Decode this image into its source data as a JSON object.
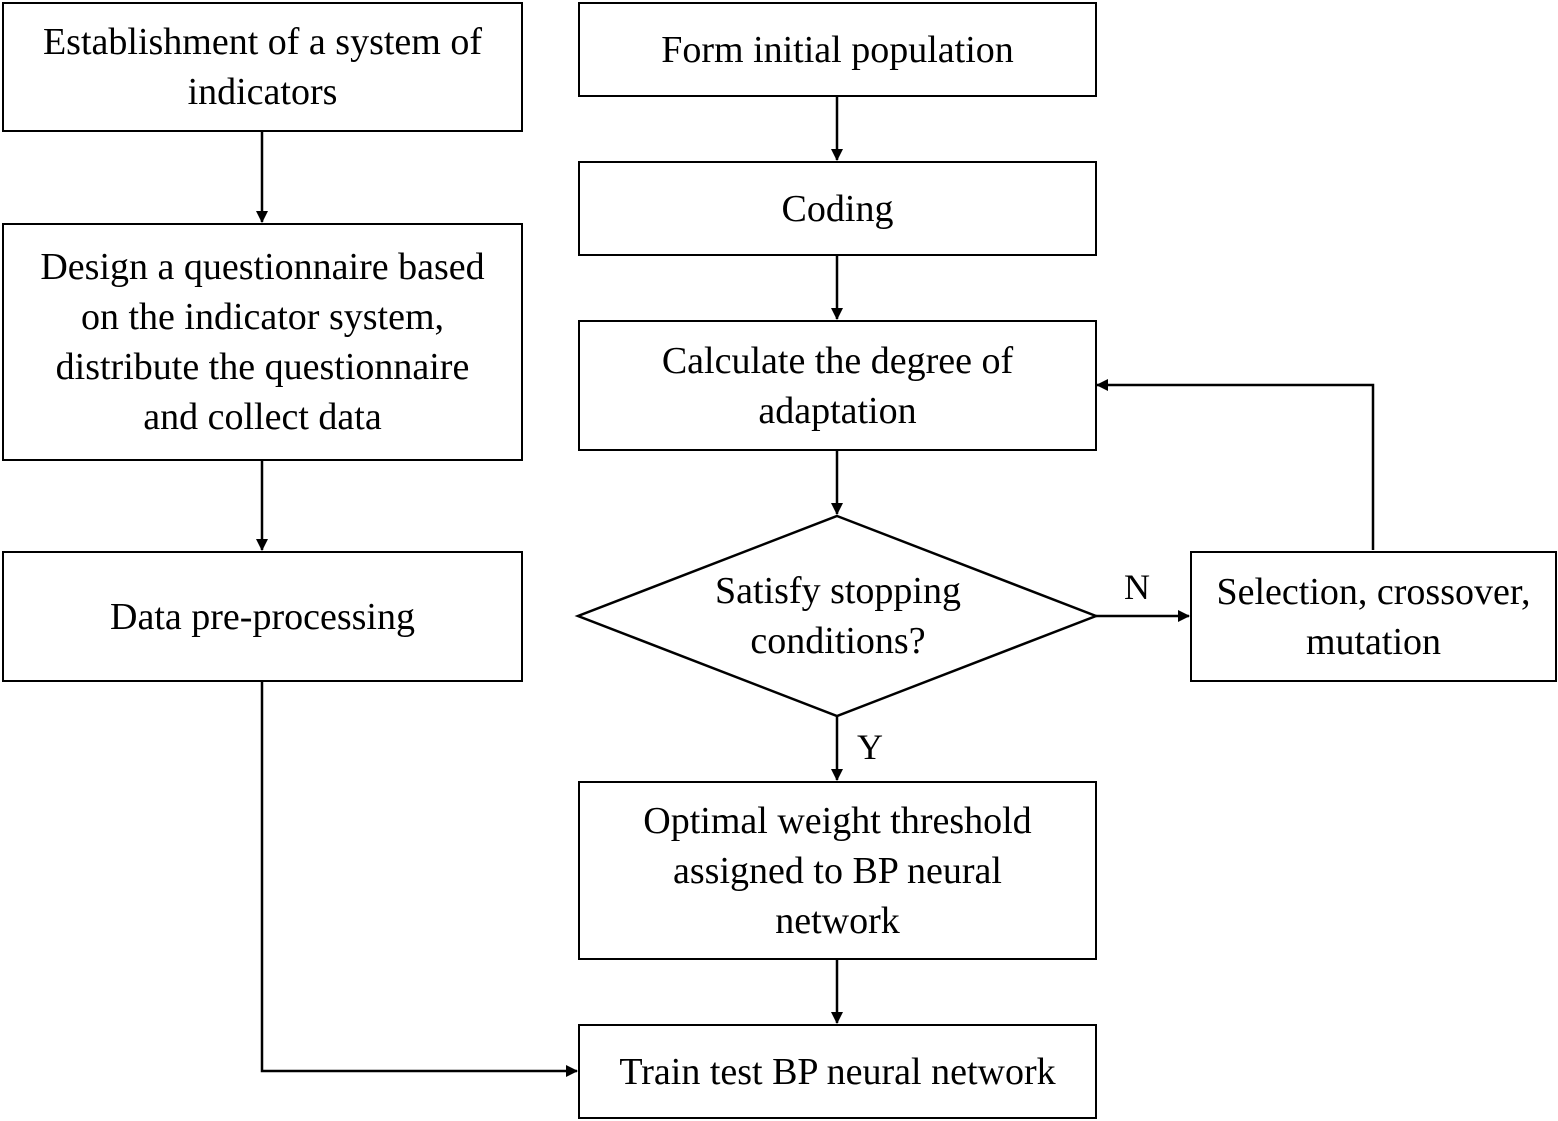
{
  "nodes": {
    "establish_indicators": "Establishment of a system of\nindicators",
    "design_questionnaire": "Design a questionnaire based\non the indicator system,\ndistribute the questionnaire\nand collect data",
    "data_preprocessing": "Data pre-processing",
    "form_population": "Form initial population",
    "coding": "Coding",
    "calc_adaptation": "Calculate the degree of\nadaptation",
    "stopping_decision": "Satisfy stopping\nconditions?",
    "selection_crossover": "Selection, crossover,\nmutation",
    "optimal_weight": "Optimal weight threshold\nassigned to BP neural\nnetwork",
    "train_test": "Train test BP neural network"
  },
  "edge_labels": {
    "no": "N",
    "yes": "Y"
  },
  "colors": {
    "stroke": "#000000",
    "background": "#ffffff"
  }
}
